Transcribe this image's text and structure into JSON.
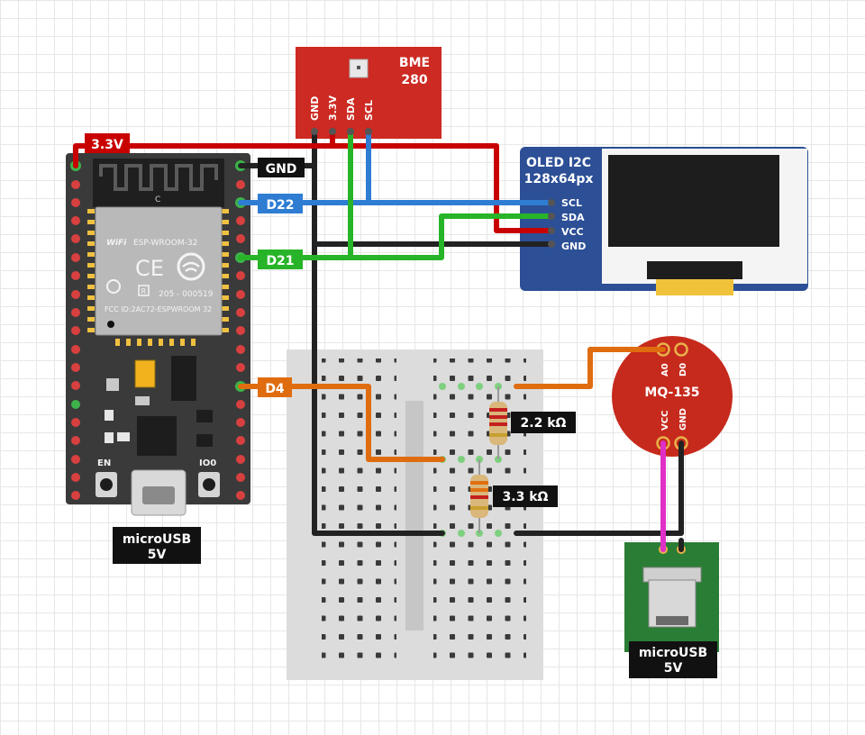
{
  "esp32": {
    "module_name": "ESP-WROOM-32",
    "fcc_id": "FCC ID:2AC72-ESPWROOM 32",
    "cert_number": "205 - 000519",
    "wifi_text": "WiFi",
    "ce_mark": "CE",
    "r_mark": "R",
    "antenna_c": "C",
    "en_label": "EN",
    "io0_label": "IO0"
  },
  "bme280": {
    "line1": "BME",
    "line2": "280",
    "pins": [
      "GND",
      "3.3V",
      "SDA",
      "SCL"
    ]
  },
  "oled": {
    "title_line1": "OLED I2C",
    "title_line2": "128x64px",
    "pins": [
      "SCL",
      "SDA",
      "VCC",
      "GND"
    ]
  },
  "mq135": {
    "name": "MQ-135",
    "pins_top": [
      "A0",
      "D0"
    ],
    "pins_bottom": [
      "VCC",
      "GND"
    ]
  },
  "labels": {
    "v33": "3.3V",
    "gnd": "GND",
    "d22": "D22",
    "d21": "D21",
    "d4": "D4",
    "usb_left_line1": "microUSB",
    "usb_left_line2": "5V",
    "usb_right_line1": "microUSB",
    "usb_right_line2": "5V",
    "r1": "2.2 kΩ",
    "r2": "3.3 kΩ"
  },
  "colors": {
    "red_wire": "#c80000",
    "black_wire": "#222222",
    "blue_wire": "#2e7dd3",
    "green_wire": "#28b428",
    "orange_wire": "#e06c10",
    "magenta_wire": "#e030c8",
    "oled_board": "#2c4f96",
    "bme_board": "#cc2a22",
    "mq_board": "#c62a1c",
    "esp_board": "#3a3a3a",
    "usb_board": "#2a7d35"
  }
}
